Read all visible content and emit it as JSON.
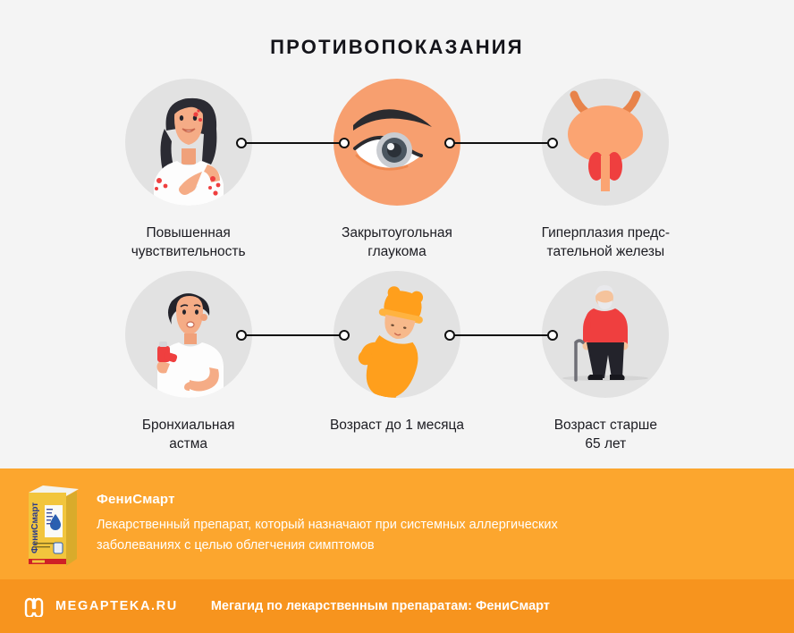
{
  "title": "ПРОТИВОПОКАЗАНИЯ",
  "colors": {
    "background": "#f4f4f4",
    "circle_grey": "#e2e2e2",
    "circle_skin": "#f79f6f",
    "connector": "#101010",
    "promo_bg": "#fca62e",
    "footer_bg": "#f7941e",
    "accent_red": "#ef3f3f",
    "text": "#1c1c22"
  },
  "items": [
    {
      "id": "hypersensitivity",
      "icon": "woman-with-rash-icon",
      "caption": "Повышенная\nчувствительность",
      "circle_style": "grey"
    },
    {
      "id": "angle-closure-glaucoma",
      "icon": "eye-icon",
      "caption": "Закрытоугольная\nглаукома",
      "circle_style": "skin"
    },
    {
      "id": "prostate-hyperplasia",
      "icon": "bladder-prostate-icon",
      "caption": "Гиперплазия предс-\nтательной железы",
      "circle_style": "grey"
    },
    {
      "id": "bronchial-asthma",
      "icon": "man-with-inhaler-icon",
      "caption": "Бронхиальная\nастма",
      "circle_style": "grey"
    },
    {
      "id": "age-under-one-month",
      "icon": "infant-icon",
      "caption": "Возраст до 1 месяца",
      "circle_style": "grey"
    },
    {
      "id": "age-over-65",
      "icon": "elderly-man-with-cane-icon",
      "caption": "Возраст старше\n65 лет",
      "circle_style": "grey"
    }
  ],
  "promo": {
    "product_image": "fenismart-box-icon",
    "product_label": "ФениСмарт",
    "title": "ФениСмарт",
    "description": "Лекарственный препарат, который назначают при системных аллергических\nзаболеваниях с целью облегчения симптомов"
  },
  "footer": {
    "logo": "megapteka-m-logo-icon",
    "brand": "MEGAPTEKA.RU",
    "text": "Мегагид по лекарственным препаратам: ФениСмарт"
  }
}
